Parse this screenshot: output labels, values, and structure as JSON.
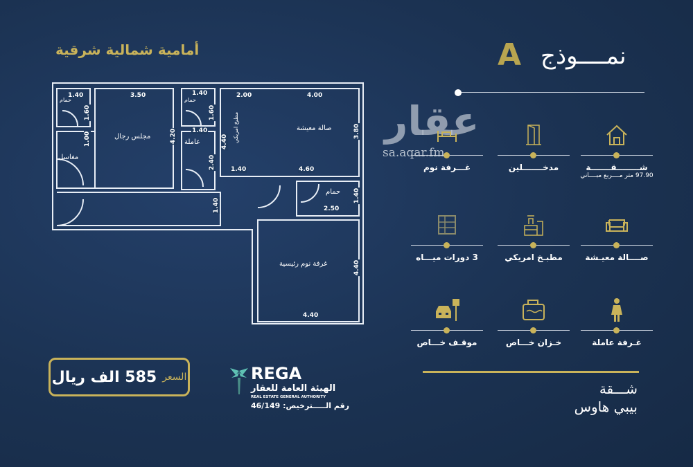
{
  "header": {
    "model_word": "نمــــوذج",
    "model_letter": "A",
    "orientation": "أمامية شمالية شرقية"
  },
  "floor_plan": {
    "rooms": {
      "bath1": "حمام",
      "washbasins": "مغاسل",
      "men_majlis": "مجلس رجال",
      "bath2": "حمام",
      "maid": "عاملة",
      "kitchen": "مطبخ امريكي",
      "living": "صالة معيشة",
      "bath3": "حمام",
      "master_bedroom": "غرفة نوم رئيسية"
    },
    "dims": [
      "1.40",
      "3.50",
      "1.40",
      "2.00",
      "4.00",
      "1.60",
      "1.60",
      "1.00",
      "4.20",
      "1.40",
      "2.40",
      "4.40",
      "3.80",
      "1.40",
      "4.60",
      "1.40",
      "1.40",
      "2.50",
      "4.40",
      "4.40"
    ]
  },
  "features": [
    {
      "icon": "house-icon",
      "label": "شــــــــقـــــــة",
      "sub": "97.90 متر مــــربع مبــــاني"
    },
    {
      "icon": "door-icon",
      "label": "مدخـــــــلين"
    },
    {
      "icon": "bed-icon",
      "label": "غـــرفة نوم"
    },
    {
      "icon": "sofa-icon",
      "label": "صــــالة معيـشة"
    },
    {
      "icon": "kitchen-icon",
      "label": "مطبـخ امريكي"
    },
    {
      "icon": "bathroom-icon",
      "label": "3 دورات ميـــاه"
    },
    {
      "icon": "maid-icon",
      "label": "غـرفة عاملة"
    },
    {
      "icon": "water-tank-icon",
      "label": "خـزان خـــاص"
    },
    {
      "icon": "parking-icon",
      "label": "موقـف خـــاص"
    }
  ],
  "price": {
    "label": "السعر",
    "value": "585 الف ريال"
  },
  "rega": {
    "name": "REGA",
    "arabic": "الهيئة العامة للعقار",
    "english": "REAL ESTATE GENERAL AUTHORITY",
    "license": "رقم الـــــترخيص: 46/149"
  },
  "footer": {
    "line1": "شـــقة",
    "line2": "بيبي هاوس"
  },
  "watermark": {
    "arabic": "عقار",
    "url": "sa.aqar.fm"
  },
  "colors": {
    "background": "#1b3252",
    "gold": "#c9b35a"
  }
}
